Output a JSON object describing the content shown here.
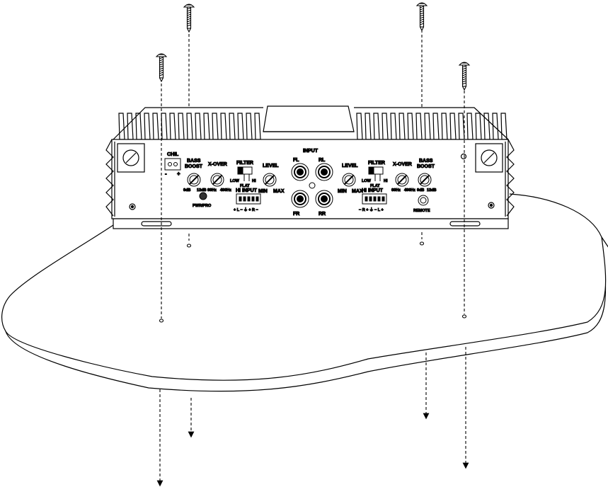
{
  "panel": {
    "input_title": "INPUT",
    "rca": {
      "fl": "FL",
      "rl": "RL",
      "fr": "FR",
      "rr": "RR"
    },
    "left_section": {
      "chil": "CHIL",
      "chil_minus": "-",
      "chil_plus": "+",
      "bass_boost_line1": "BASS",
      "bass_boost_line2": "BOOST",
      "bass_min": "0dB",
      "bass_max": "12dB",
      "xover": "X-OVER",
      "xover_min": "60Hz",
      "xover_max": "400Hz",
      "filter": "FILTER",
      "filter_low": "LOW",
      "filter_hi": "HI",
      "filter_flat": "FLAT",
      "level": "LEVEL",
      "level_min": "MIN",
      "level_max": "MAX",
      "hi_input": "HI INPUT",
      "hi_input_pins": "+ L − ⏚ + R −",
      "pwr_pro": "PWR/PRO"
    },
    "right_section": {
      "level": "LEVEL",
      "level_min": "MIN",
      "level_max": "MAX",
      "filter": "FILTER",
      "filter_low": "LOW",
      "filter_hi": "HI",
      "filter_flat": "FLAT",
      "hi_input": "HI INPUT",
      "hi_input_pins": "− R + ⏚ − L +",
      "xover": "X-OVER",
      "xover_min": "60Hz",
      "xover_max": "400Hz",
      "bass_boost_line1": "BASS",
      "bass_boost_line2": "BOOST",
      "bass_min": "0dB",
      "bass_max": "12dB",
      "remote": "REMOTE"
    }
  }
}
